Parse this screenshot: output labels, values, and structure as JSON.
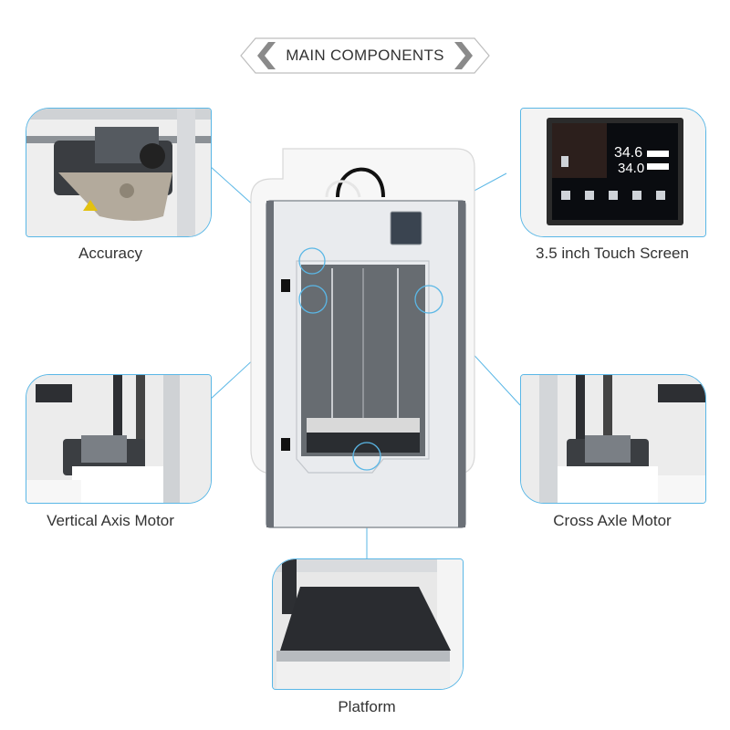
{
  "header": {
    "title": "MAIN COMPONENTS"
  },
  "components": {
    "accuracy": {
      "label": "Accuracy"
    },
    "touch_screen": {
      "label": "3.5 inch Touch Screen",
      "screen_readouts": [
        "34.6",
        "34.0"
      ]
    },
    "vertical_motor": {
      "label": "Vertical Axis Motor"
    },
    "cross_motor": {
      "label": "Cross Axle Motor"
    },
    "platform": {
      "label": "Platform"
    }
  },
  "colors": {
    "accent": "#5ab7e6",
    "chevron": "#8a8a8a",
    "text": "#333333",
    "printer_frame": "#e9ebee",
    "printer_inner": "#55595e"
  }
}
